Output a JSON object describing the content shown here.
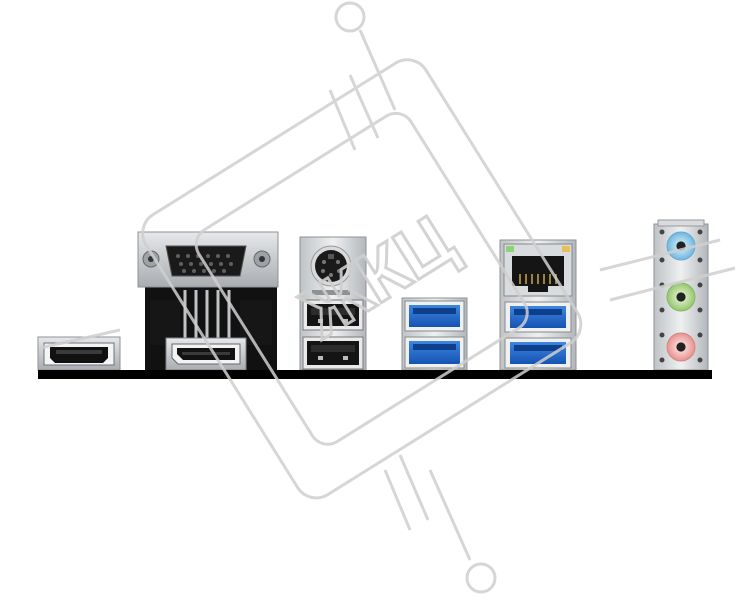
{
  "watermark": {
    "text": "ЖКЦ",
    "color": "#d6d6d6"
  },
  "panel": {
    "colors": {
      "baseline": "#000000",
      "metal": "#c9cccf",
      "usb3_blue": "#1f64c8",
      "usb2_black": "#151515",
      "audio_line_in": "#86c5e8",
      "audio_line_out": "#a8d38a",
      "audio_mic": "#f0aaa7"
    },
    "ports": [
      {
        "name": "hdmi-port"
      },
      {
        "name": "vga-port"
      },
      {
        "name": "displayport-port"
      },
      {
        "name": "ps2-port"
      },
      {
        "name": "usb2-port"
      },
      {
        "name": "usb2-port"
      },
      {
        "name": "usb3-port"
      },
      {
        "name": "usb3-port"
      },
      {
        "name": "rj45-lan-port"
      },
      {
        "name": "usb3-port"
      },
      {
        "name": "usb3-port"
      },
      {
        "name": "audio-line-in-jack"
      },
      {
        "name": "audio-line-out-jack"
      },
      {
        "name": "audio-mic-jack"
      }
    ]
  }
}
